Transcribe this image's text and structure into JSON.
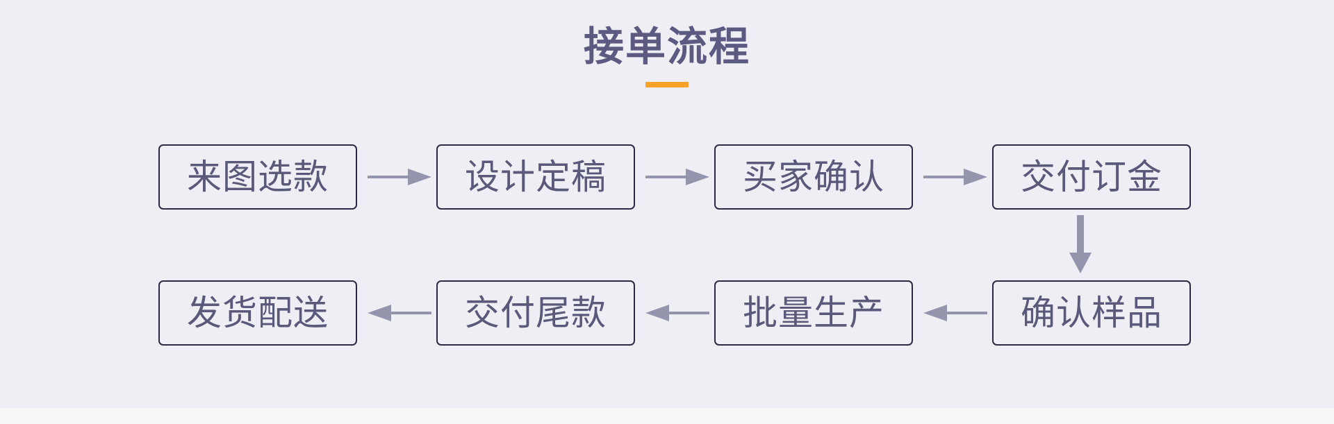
{
  "page": {
    "title": "接单流程",
    "accent_color": "#f9a229",
    "text_color": "#5b5979",
    "border_color": "#2b2a44",
    "background_color": "#eeeef4",
    "footer_background_color": "#f6f7f9",
    "arrow_color": "#9594ad"
  },
  "flow": {
    "rows": [
      {
        "direction": "right",
        "nodes": [
          {
            "label": "来图选款"
          },
          {
            "label": "设计定稿"
          },
          {
            "label": "买家确认"
          },
          {
            "label": "交付订金"
          }
        ],
        "connectors": [
          {
            "icon": "arrow-right-icon"
          },
          {
            "icon": "arrow-right-icon"
          },
          {
            "icon": "arrow-right-icon"
          }
        ]
      },
      {
        "direction": "left",
        "nodes": [
          {
            "label": "发货配送"
          },
          {
            "label": "交付尾款"
          },
          {
            "label": "批量生产"
          },
          {
            "label": "确认样品"
          }
        ],
        "connectors": [
          {
            "icon": "arrow-left-icon"
          },
          {
            "icon": "arrow-left-icon"
          },
          {
            "icon": "arrow-left-icon"
          }
        ]
      }
    ],
    "row_link": {
      "icon": "arrow-down-icon"
    }
  }
}
